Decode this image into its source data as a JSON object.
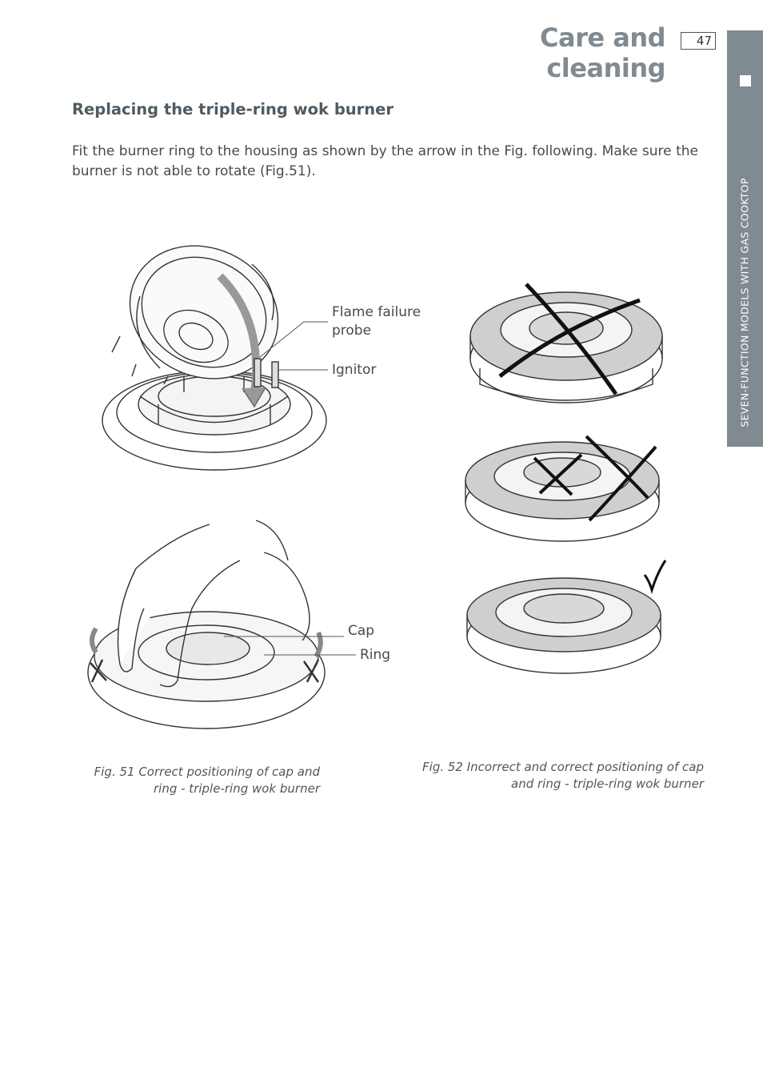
{
  "header": {
    "title": "Care and cleaning",
    "page_number": "47"
  },
  "side_tab": {
    "label": "SEVEN-FUNCTION MODELS WITH GAS COOKTOP"
  },
  "section": {
    "heading": "Replacing the triple-ring wok burner",
    "body": "Fit the burner ring to the housing as shown by the arrow in the Fig. following. Make sure the burner is not able to rotate (Fig.51)."
  },
  "fig51": {
    "label_flame_line1": "Flame failure",
    "label_flame_line2": "probe",
    "label_ignitor": "Ignitor",
    "label_cap": "Cap",
    "label_ring": "Ring",
    "caption_line1": "Fig. 51 Correct positioning of cap and",
    "caption_line2": "ring - triple-ring wok burner"
  },
  "fig52": {
    "caption_line1": "Fig. 52 Incorrect and correct positioning of cap",
    "caption_line2": "and ring - triple-ring wok burner"
  }
}
